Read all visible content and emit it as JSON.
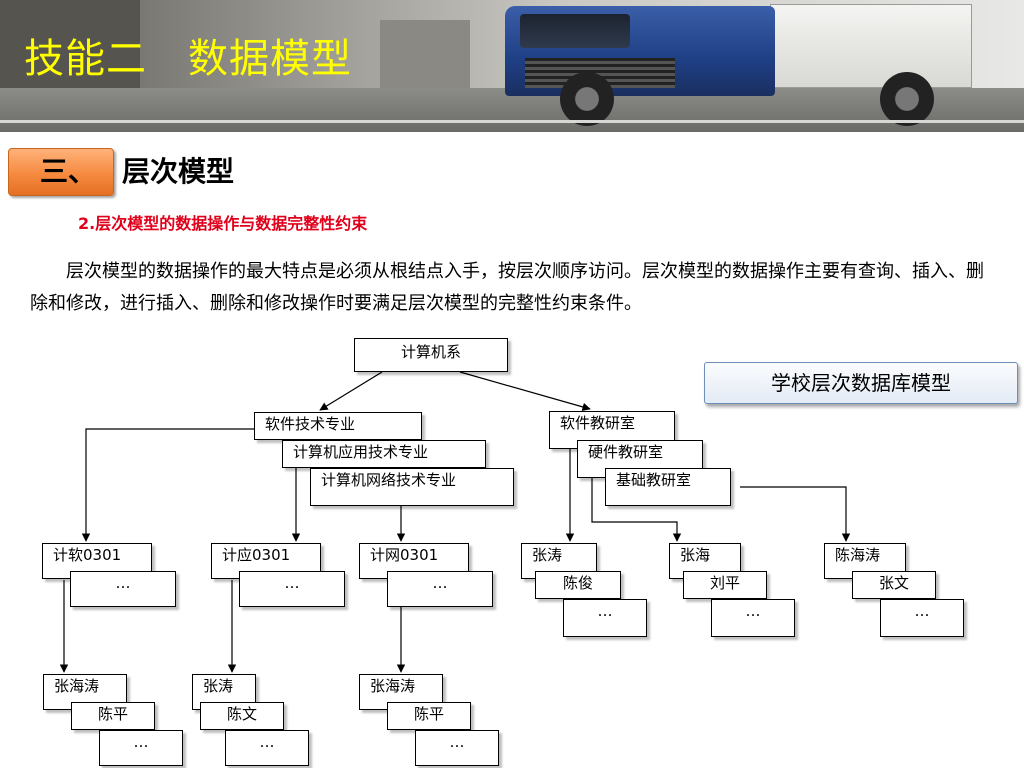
{
  "slide_title": "技能二　数据模型",
  "section": {
    "number": "三、",
    "title": "层次模型"
  },
  "subheading": "2.层次模型的数据操作与数据完整性约束",
  "paragraph": "层次模型的数据操作的最大特点是必须从根结点入手，按层次顺序访问。层次模型的数据操作主要有查询、插入、删除和修改，进行插入、删除和修改操作时要满足层次模型的完整性约束条件。",
  "diagram_caption": "学校层次数据库模型",
  "tree": {
    "root": "计算机系",
    "majors": [
      "软件技术专业",
      "计算机应用技术专业",
      "计算机网络技术专业"
    ],
    "labs": [
      "软件教研室",
      "硬件教研室",
      "基础教研室"
    ],
    "classes": [
      "计软0301",
      "计应0301",
      "计网0301"
    ],
    "ellipsis": "…",
    "teachers": [
      [
        "张涛",
        "陈俊"
      ],
      [
        "张海",
        "刘平"
      ],
      [
        "陈海涛",
        "张文"
      ]
    ],
    "students": [
      [
        "张海涛",
        "陈平"
      ],
      [
        "张涛",
        "陈文"
      ],
      [
        "张海涛",
        "陈平"
      ]
    ]
  }
}
